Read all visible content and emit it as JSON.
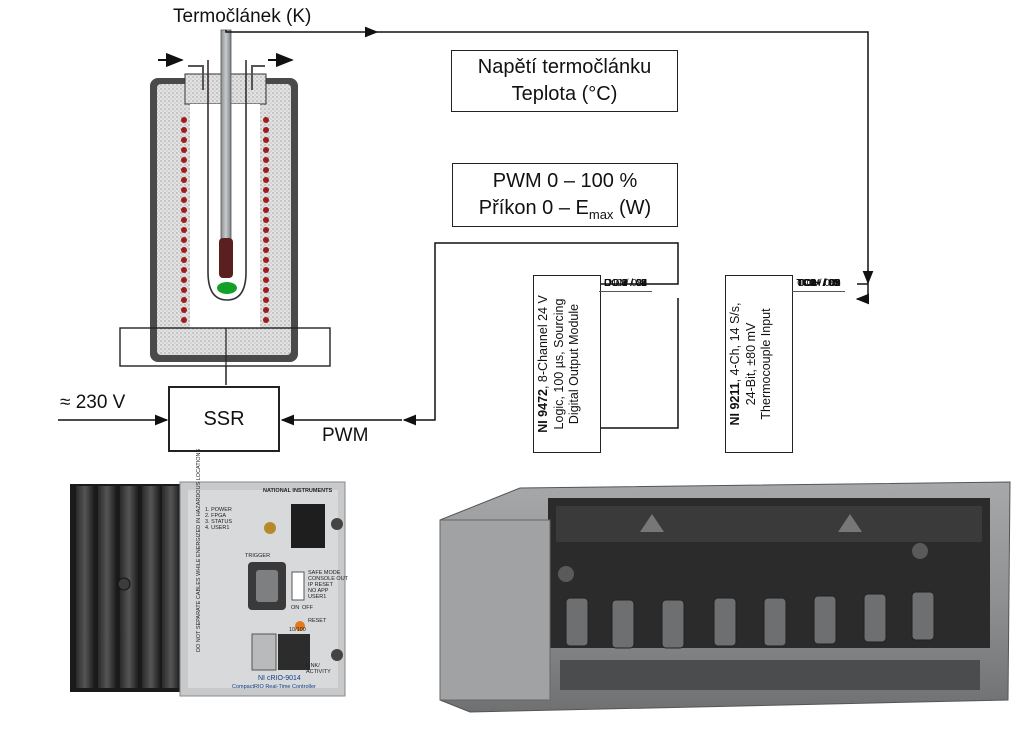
{
  "thermocouple_label": "Termočlánek (K)",
  "measure_box": {
    "line1": "Napětí termočlánku",
    "line2": "Teplota (°C)"
  },
  "pwm_box": {
    "line1": "PWM 0 – 100 %",
    "line2_prefix": "Příkon 0 – E",
    "line2_sub": "max",
    "line2_suffix": " (W)"
  },
  "supply_label": "≈ 230 V",
  "ssr_label": "SSR",
  "pwm_label": "PWM",
  "module_9472": {
    "name": "NI 9472",
    "desc_line1_rest": ", 8-Channel 24 V",
    "desc_line2": "Logic, 100 µs, Sourcing",
    "desc_line3": "Digital Output Module",
    "pins": [
      "DO 0 / 00",
      "DO 1 / 01",
      "DO 2 / 02",
      "DO 3 / 03",
      "DO 4 / 04",
      "DO 5 / 05",
      "DO 6 / 06",
      "DO 7 / 07",
      "NC / 08",
      "COM / 09"
    ]
  },
  "module_9211": {
    "name": "NI 9211",
    "desc_line1_rest": ", 4-Ch, 14 S/s,",
    "desc_line2": "24-Bit, ±80 mV",
    "desc_line3": "Thermocouple Input",
    "pins": [
      "TC0+ / 00",
      "TC0- / 01",
      "TC1+ / 02",
      "TC1- / 03",
      "TC2+ / 04",
      "TC2- / 05",
      "TC3+ / 06",
      "TC3- / 07",
      "NC / 08",
      "COM / 09"
    ]
  },
  "controller_photo": {
    "brand": "NATIONAL INSTRUMENTS",
    "model": "NI cRIO-9014",
    "subtitle": "CompactRIO Real-Time Controller",
    "leds": [
      "1. POWER",
      "2. FPGA",
      "3. STATUS",
      "4. USER1"
    ],
    "trigger": "TRIGGER",
    "switches": [
      "SAFE MODE",
      "CONSOLE OUT",
      "IP RESET",
      "NO APP",
      "USER1"
    ],
    "switch_states": [
      "ON",
      "OFF"
    ],
    "reset": "RESET",
    "ethernet": [
      "10/100",
      "LINK/ ACTIVITY"
    ],
    "warning": "DO NOT SEPARATE CABLES WHILE ENERGIZED IN HAZARDOUS LOCATIONS"
  }
}
